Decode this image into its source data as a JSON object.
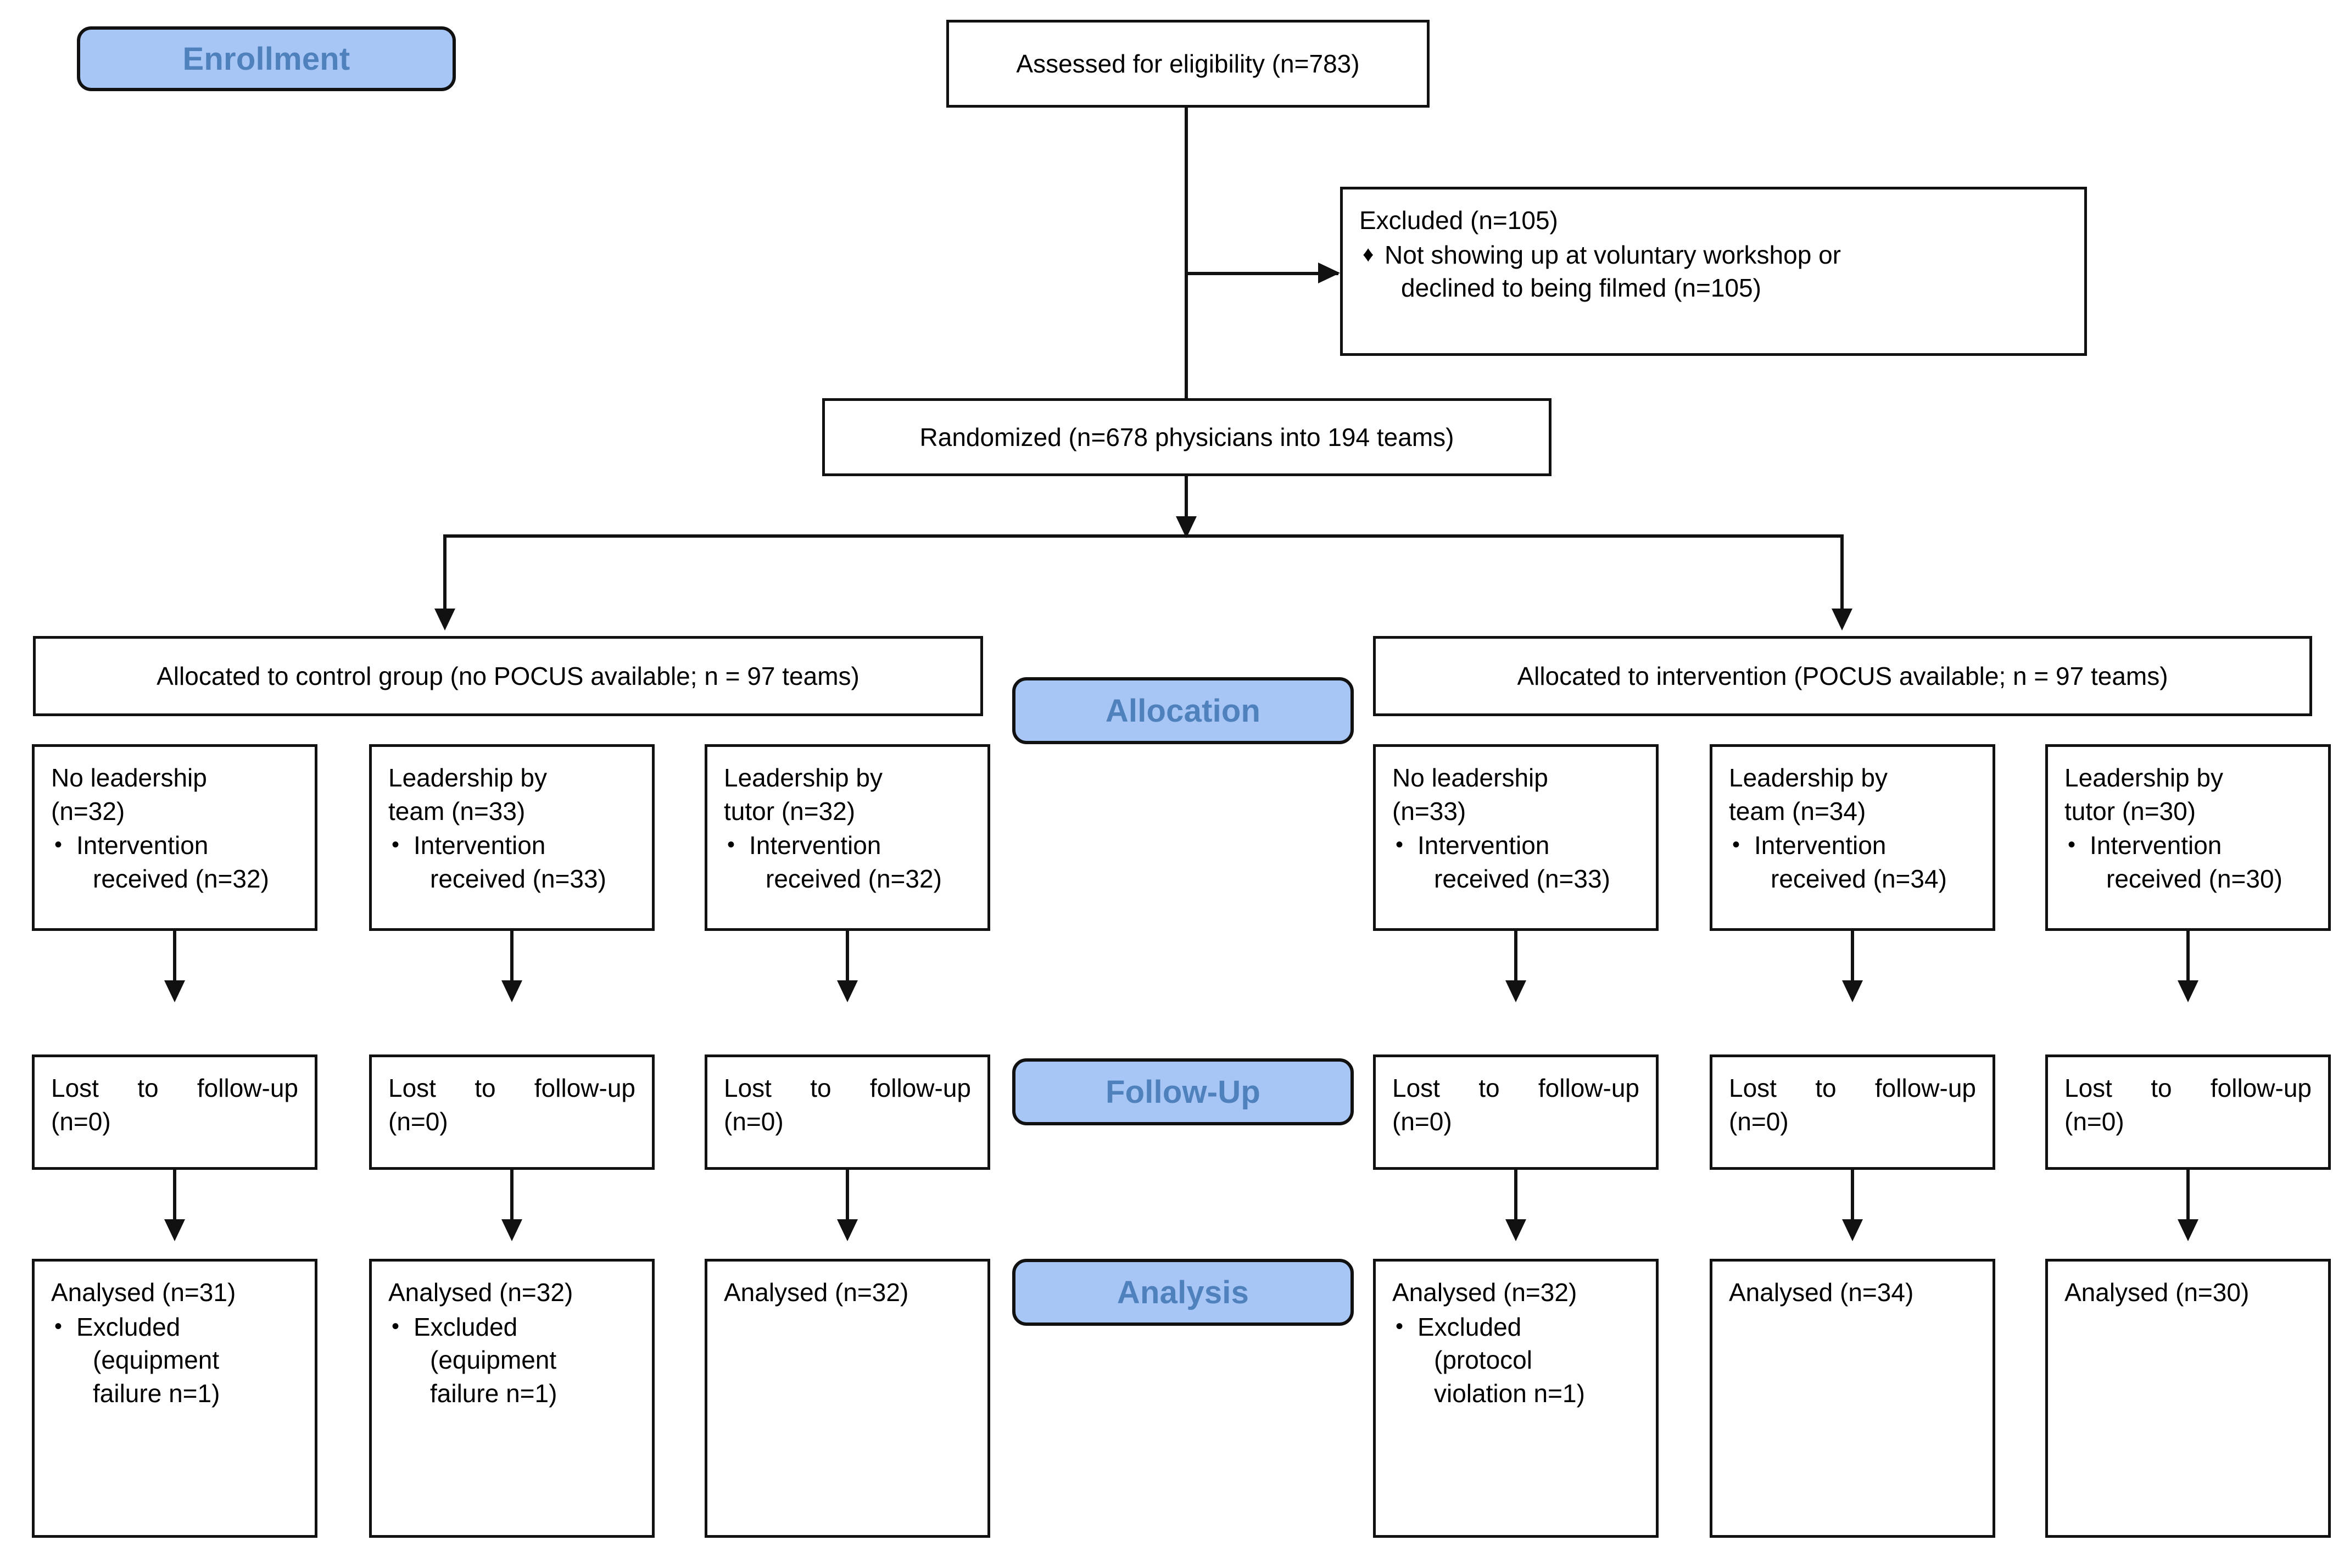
{
  "figure": {
    "type": "consort-flow-diagram",
    "accent_blue_fill": "#a8c6f5",
    "accent_blue_text": "#4f81bd",
    "line_color": "#111111"
  },
  "stages": [
    {
      "id": "enrollment",
      "label": "Enrollment"
    },
    {
      "id": "allocation",
      "label": "Allocation"
    },
    {
      "id": "followup",
      "label": "Follow-Up"
    },
    {
      "id": "analysis",
      "label": "Analysis"
    }
  ],
  "enrollment": {
    "assessed": "Assessed for eligibility (n=783)",
    "excluded_title": "Excluded (n=105)",
    "excluded_bullet_marker": "♦",
    "excluded_reason_line1": "Not showing up at voluntary workshop or",
    "excluded_reason_line2": "declined to being filmed (n=105)",
    "randomized": "Randomized (n=678 physicians into 194 teams)"
  },
  "allocation": {
    "control_label": "Allocated to control group (no POCUS available; n = 97 teams)",
    "intervention_label": "Allocated to intervention (POCUS available; n = 97 teams)"
  },
  "arms": [
    {
      "id": "control-no-leadership",
      "group": "control",
      "title_line1": "No leadership",
      "title_line2": "(n=32)",
      "bullet_marker": "•",
      "bullet_line1": "Intervention",
      "bullet_line2": "received (n=32)",
      "lost_label": "Lost to follow-up",
      "lost_value": "(n=0)",
      "analysed": "Analysed (n=31)",
      "analysis_bullet_marker": "•",
      "analysis_bullet_line1": "Excluded",
      "analysis_bullet_line2": "(equipment",
      "analysis_bullet_line3": "failure n=1)"
    },
    {
      "id": "control-leadership-team",
      "group": "control",
      "title_line1": "Leadership by",
      "title_line2": "team (n=33)",
      "bullet_marker": "•",
      "bullet_line1": "Intervention",
      "bullet_line2": "received (n=33)",
      "lost_label": "Lost to follow-up",
      "lost_value": "(n=0)",
      "analysed": "Analysed (n=32)",
      "analysis_bullet_marker": "•",
      "analysis_bullet_line1": "Excluded",
      "analysis_bullet_line2": "(equipment",
      "analysis_bullet_line3": "failure n=1)"
    },
    {
      "id": "control-leadership-tutor",
      "group": "control",
      "title_line1": "Leadership by",
      "title_line2": "tutor (n=32)",
      "bullet_marker": "•",
      "bullet_line1": "Intervention",
      "bullet_line2": "received (n=32)",
      "lost_label": "Lost to follow-up",
      "lost_value": "(n=0)",
      "analysed": "Analysed (n=32)",
      "analysis_bullet_marker": "",
      "analysis_bullet_line1": "",
      "analysis_bullet_line2": "",
      "analysis_bullet_line3": ""
    },
    {
      "id": "intervention-no-leadership",
      "group": "intervention",
      "title_line1": "No leadership",
      "title_line2": "(n=33)",
      "bullet_marker": "•",
      "bullet_line1": "Intervention",
      "bullet_line2": "received (n=33)",
      "lost_label": "Lost to follow-up",
      "lost_value": "(n=0)",
      "analysed": "Analysed (n=32)",
      "analysis_bullet_marker": "•",
      "analysis_bullet_line1": "Excluded",
      "analysis_bullet_line2": "(protocol",
      "analysis_bullet_line3": "violation n=1)"
    },
    {
      "id": "intervention-leadership-team",
      "group": "intervention",
      "title_line1": "Leadership by",
      "title_line2": "team (n=34)",
      "bullet_marker": "•",
      "bullet_line1": "Intervention",
      "bullet_line2": "received (n=34)",
      "lost_label": "Lost to follow-up",
      "lost_value": "(n=0)",
      "analysed": "Analysed (n=34)",
      "analysis_bullet_marker": "",
      "analysis_bullet_line1": "",
      "analysis_bullet_line2": "",
      "analysis_bullet_line3": ""
    },
    {
      "id": "intervention-leadership-tutor",
      "group": "intervention",
      "title_line1": "Leadership by",
      "title_line2": "tutor (n=30)",
      "bullet_marker": "•",
      "bullet_line1": "Intervention",
      "bullet_line2": "received (n=30)",
      "lost_label": "Lost to follow-up",
      "lost_value": "(n=0)",
      "analysed": "Analysed (n=30)",
      "analysis_bullet_marker": "",
      "analysis_bullet_line1": "",
      "analysis_bullet_line2": "",
      "analysis_bullet_line3": ""
    }
  ]
}
